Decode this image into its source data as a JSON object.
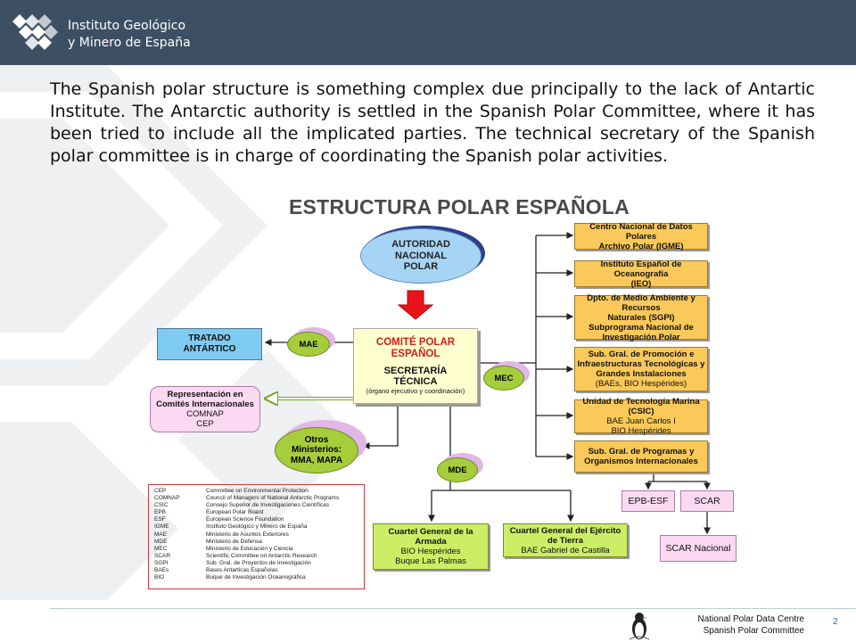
{
  "header": {
    "org_line1": "Instituto Geológico",
    "org_line2": "y Minero de España"
  },
  "intro_text": "The Spanish polar structure is something complex due principally to the lack of Antartic Institute. The Antarctic authority is settled in the Spanish Polar Committee, where it has been tried to include all the implicated parties. The technical secretary of the Spanish polar committee is in charge of coordinating the Spanish polar activities.",
  "diagram": {
    "title": "ESTRUCTURA POLAR ESPAÑOLA",
    "autoridad": [
      "AUTORIDAD",
      "NACIONAL",
      "POLAR"
    ],
    "center": {
      "title1": "COMITÉ POLAR",
      "title2": "ESPAÑOL",
      "sec1": "SECRETARÍA",
      "sec2": "TÉCNICA",
      "sec_note": "(órgano ejecutivo y coordinación)"
    },
    "tratado": [
      "TRATADO",
      "ANTÁRTICO"
    ],
    "representacion": [
      "Representación en",
      "Comités Internacionales",
      "COMNAP",
      "CEP"
    ],
    "otros": [
      "Otros",
      "Ministerios:",
      "MMA, MAPA"
    ],
    "mae": "MAE",
    "mec": "MEC",
    "mde": "MDE",
    "right_boxes": [
      {
        "lines": [
          "Centro Nacional de Datos Polares",
          "Archivo Polar (IGME)"
        ]
      },
      {
        "lines": [
          "Instituto Español de Oceanografía",
          "(IEO)"
        ]
      },
      {
        "lines": [
          "Dpto. de Medio Ambiente y Recursos",
          "Naturales (SGPI)",
          "Subprograma Nacional de",
          "Investigación Polar"
        ]
      },
      {
        "lines": [
          "Sub. Gral. de Promoción e",
          "Infraestructuras Tecnológicas y",
          "Grandes Instalaciones",
          "(BAEs, BIO Hespérides)"
        ]
      },
      {
        "lines": [
          "Unidad de Tecnología Marina (CSIC)",
          "BAE Juan Carlos I",
          "BIO Hespérides"
        ]
      },
      {
        "lines": [
          "Sub. Gral. de Programas  y",
          "Organismos Internacionales"
        ]
      }
    ],
    "epb_esf": "EPB-ESF",
    "scar": "SCAR",
    "scar_nacional": "SCAR Nacional",
    "cuartel_armada": [
      "Cuartel General  de la",
      "Armada",
      "BIO Hespérides",
      "Buque Las Palmas"
    ],
    "cuartel_tierra": [
      "Cuartel General del Ejército",
      "de Tierra",
      "BAE Gabriel de Castilla"
    ]
  },
  "legend": [
    {
      "abbr": "CEP",
      "desc": "Committee on Environmental Protection"
    },
    {
      "abbr": "COMNAP",
      "desc": "Council of Managers of National Antarctic Programs"
    },
    {
      "abbr": "CSIC",
      "desc": "Consejo Superior de Investigaciones Científicas"
    },
    {
      "abbr": "EPB",
      "desc": "European Polar Board"
    },
    {
      "abbr": "ESF",
      "desc": "European Science Foundation"
    },
    {
      "abbr": "IGME",
      "desc": "Instituto Geológico y Minero de España"
    },
    {
      "abbr": "MAE",
      "desc": "Ministerio de Asuntos Exteriores"
    },
    {
      "abbr": "MDE",
      "desc": "Ministerio de Defensa"
    },
    {
      "abbr": "MEC",
      "desc": "Ministerio de Educación y Ciencia"
    },
    {
      "abbr": "SCAR",
      "desc": "Scientific Committee on Antarctic Research"
    },
    {
      "abbr": "SGPI",
      "desc": "Sub. Gral. de Proyectos de Investigación"
    },
    {
      "abbr": "BAEs",
      "desc": "Bases Antarticas Españolas"
    },
    {
      "abbr": "BIO",
      "desc": "Buque de Investigación Oceanográfica"
    }
  ],
  "footer": {
    "line1": "National Polar Data Centre",
    "line2": "Spanish Polar Committee",
    "page": "2"
  },
  "colors": {
    "header_bg": "#3d4f63",
    "orange_box": "#fbc95a",
    "green_box": "#ccee66",
    "blue_box": "#7fcaf0",
    "pink_box": "#fbd9f2",
    "center_box": "#ffffd0",
    "arrow_red": "#e8141a"
  }
}
